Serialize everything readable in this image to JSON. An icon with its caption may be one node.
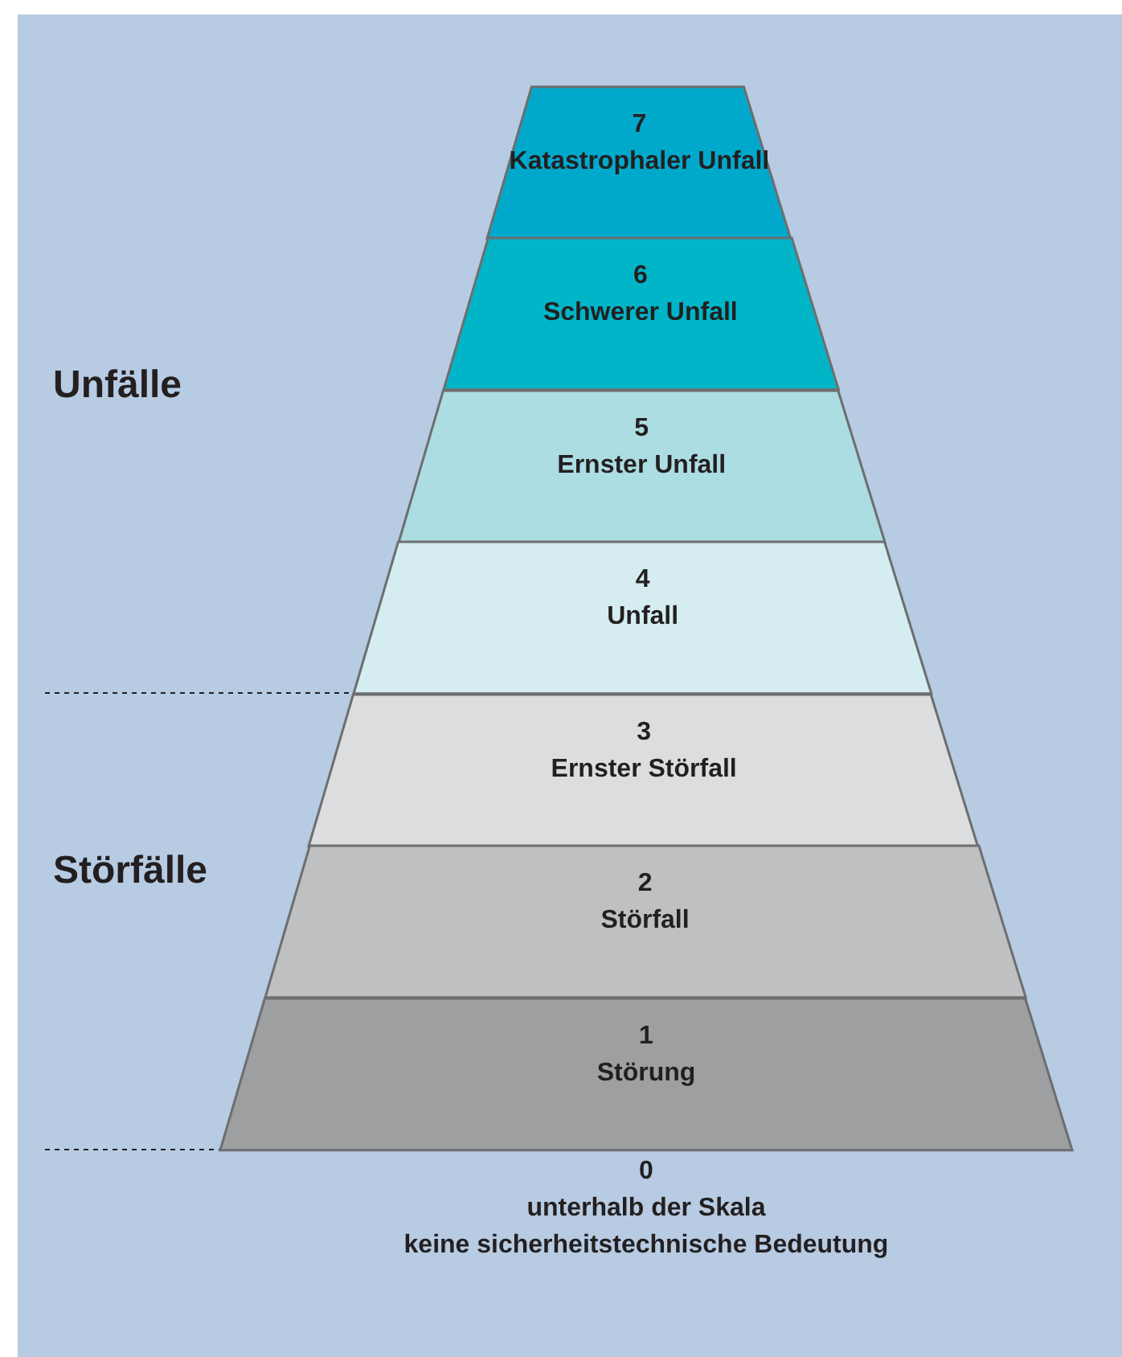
{
  "diagram": {
    "nodes": [
      {
        "text": [
          "7",
          "Katastrophaler Unfall"
        ]
      },
      {
        "text": [
          "6",
          "Schwerer Unfall"
        ]
      },
      {
        "text": [
          "5",
          "Ernster Unfall"
        ]
      },
      {
        "text": [
          "4",
          "Unfall"
        ]
      },
      {
        "text": [
          "3",
          "Ernster Störfall"
        ]
      },
      {
        "text": [
          "2",
          "Störfall"
        ]
      },
      {
        "text": [
          "1",
          "Störung"
        ]
      }
    ],
    "labels": [
      "Unfälle",
      "Störfälle",
      "0",
      "unterhalb der Skala",
      "keine sicherheitstechnische Bedeutung"
    ]
  }
}
